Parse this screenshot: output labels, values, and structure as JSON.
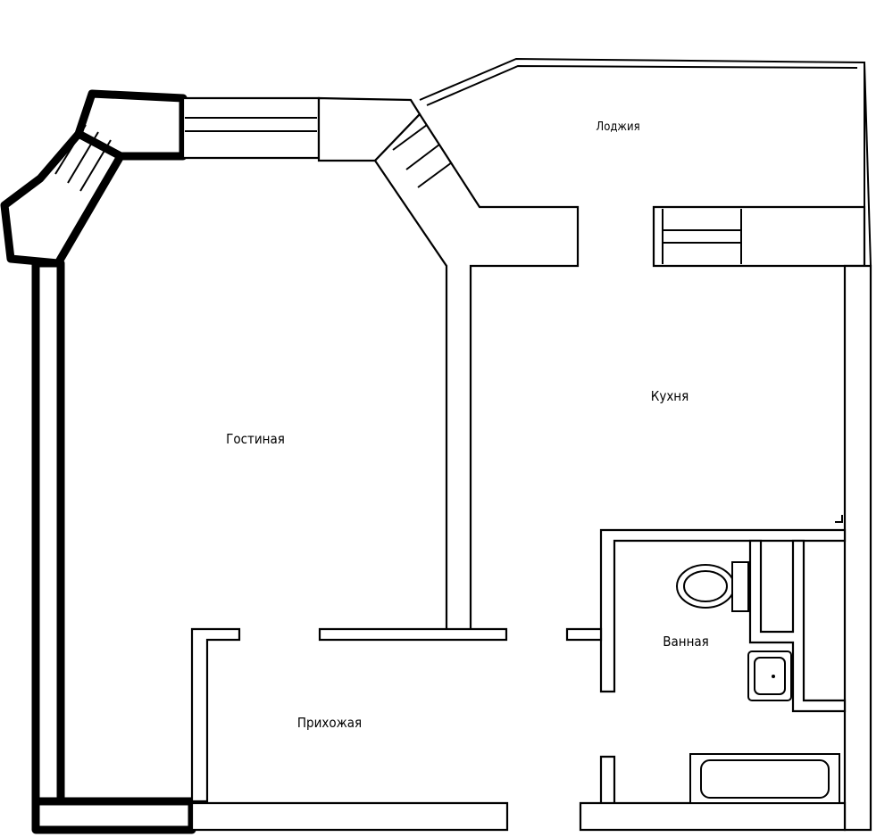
{
  "rooms": {
    "loggia": "Лоджия",
    "living_room": "Гостиная",
    "kitchen": "Кухня",
    "bathroom": "Ванная",
    "hallway": "Прихожая"
  },
  "colors": {
    "wall": "#000000",
    "background": "#ffffff"
  }
}
